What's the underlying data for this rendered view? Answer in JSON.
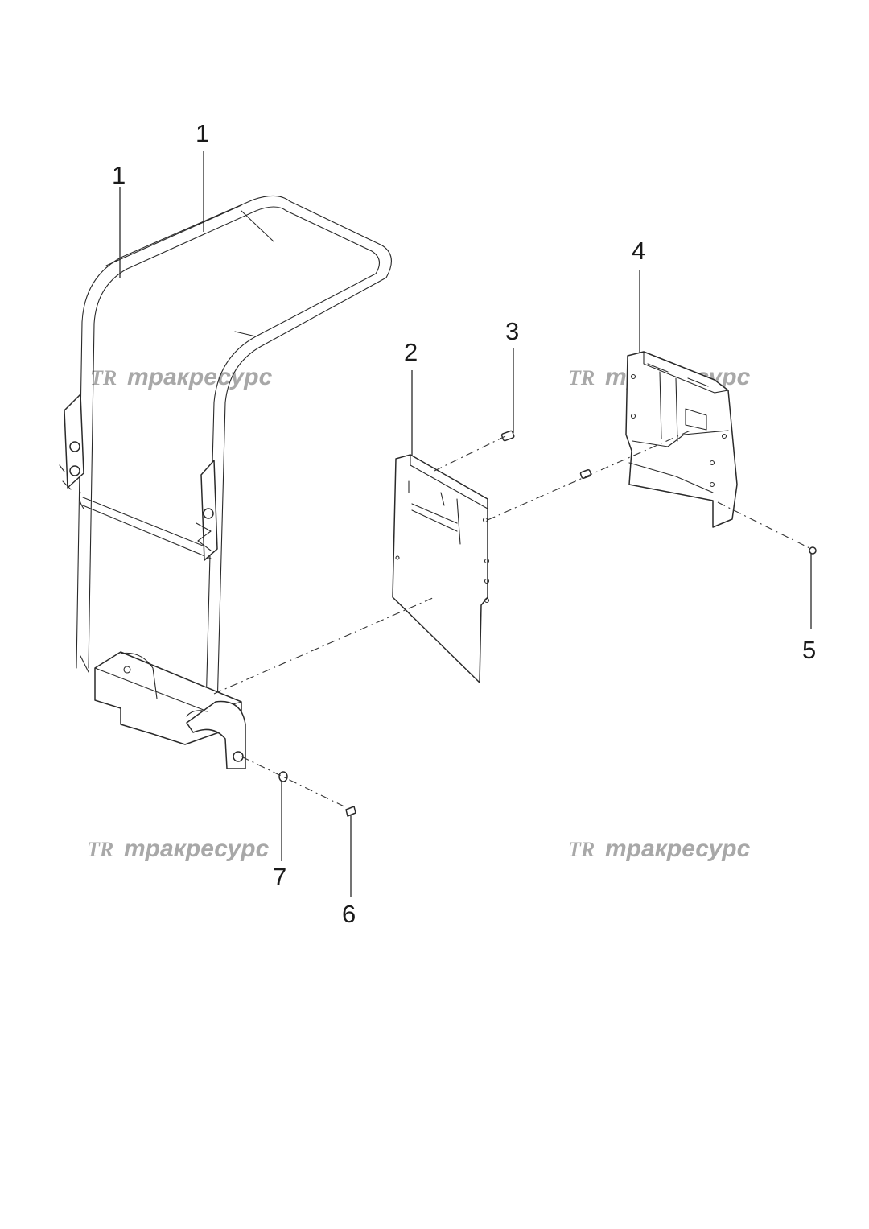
{
  "watermark": {
    "logo_text": "TR",
    "brand": "тракресурс"
  },
  "callouts": [
    {
      "id": "callout-1a",
      "label": "1"
    },
    {
      "id": "callout-1b",
      "label": "1"
    },
    {
      "id": "callout-2",
      "label": "2"
    },
    {
      "id": "callout-3",
      "label": "3"
    },
    {
      "id": "callout-4",
      "label": "4"
    },
    {
      "id": "callout-5",
      "label": "5"
    },
    {
      "id": "callout-6",
      "label": "6"
    },
    {
      "id": "callout-7",
      "label": "7"
    }
  ],
  "colors": {
    "line": "#2a2a2a",
    "watermark": "#a8a8a8",
    "background": "#ffffff"
  }
}
